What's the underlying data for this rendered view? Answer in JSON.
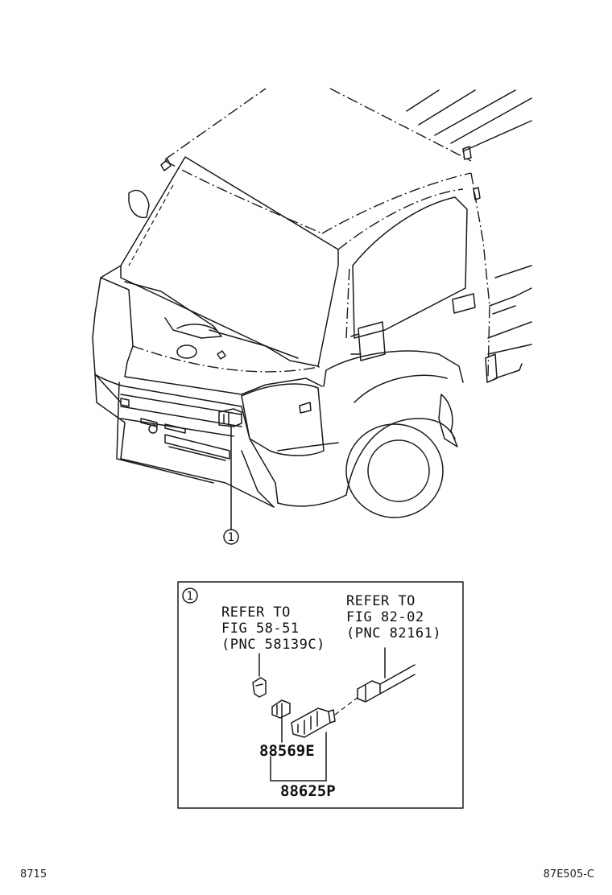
{
  "callout": {
    "number": "1"
  },
  "detail_box": {
    "callout_number": "1",
    "refer_left": {
      "line1": "REFER TO",
      "line2": "FIG 58-51",
      "line3": "(PNC 58139C)"
    },
    "refer_right": {
      "line1": "REFER TO",
      "line2": "FIG 82-02",
      "line3": "(PNC 82161)"
    },
    "part_numbers": {
      "inner": "88569E",
      "outer": "88625P"
    }
  },
  "footer": {
    "left_code": "8715",
    "right_code": "87E505-C"
  }
}
